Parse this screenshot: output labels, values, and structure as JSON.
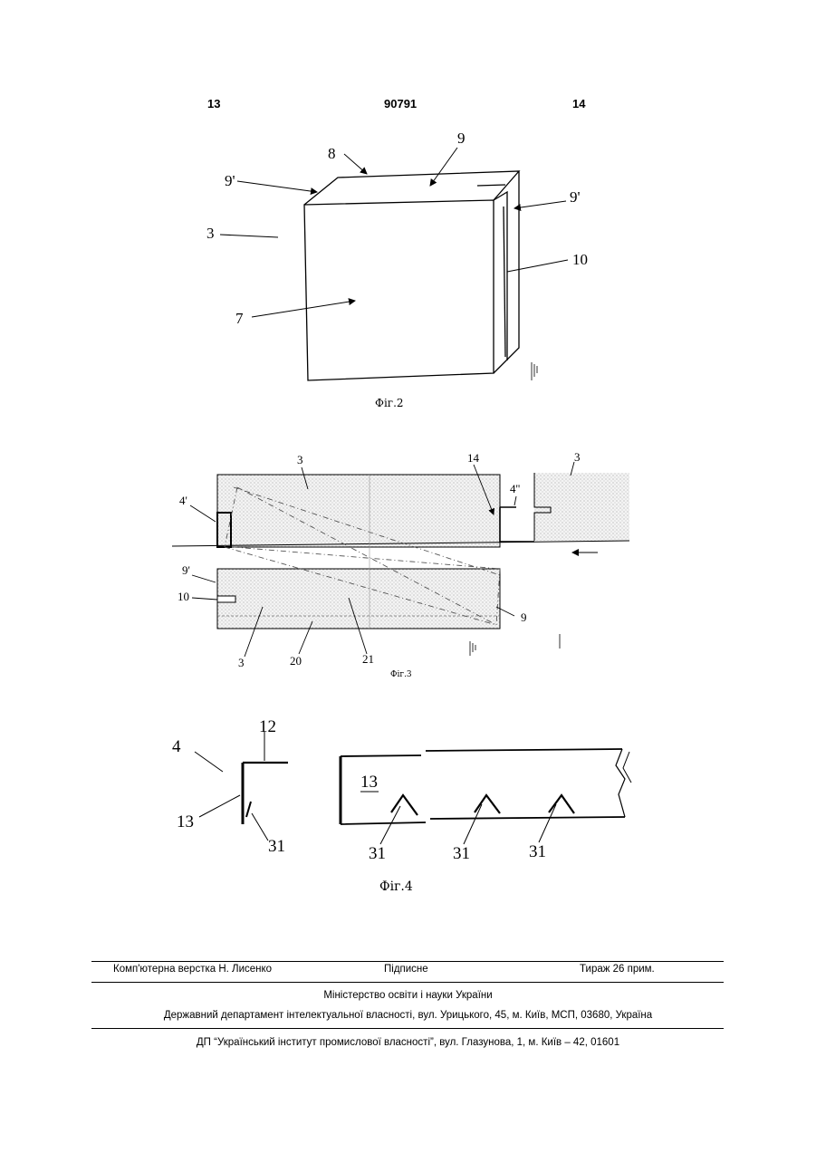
{
  "header": {
    "left_page": "13",
    "doc_number": "90791",
    "right_page": "14"
  },
  "figures": {
    "fig2": {
      "caption": "Фіг.2",
      "labels": {
        "l8": "8",
        "l9top": "9",
        "l9left": "9'",
        "l9right": "9'",
        "l3": "3",
        "l10": "10",
        "l7": "7"
      }
    },
    "fig3": {
      "caption": "Фіг.3",
      "labels": {
        "l3a": "3",
        "l14": "14",
        "l4p": "4'",
        "l4pp": "4''",
        "l3b": "3",
        "l9p": "9'",
        "l10": "10",
        "l9": "9",
        "l3c": "3",
        "l20": "20",
        "l21": "21"
      }
    },
    "fig4": {
      "caption": "Фіг.4",
      "labels": {
        "l12": "12",
        "l4": "4",
        "l13a": "13",
        "l31a": "31",
        "l13b": "13",
        "l31b": "31",
        "l31c": "31",
        "l31d": "31"
      }
    }
  },
  "footer": {
    "typesetter": "Комп'ютерна верстка Н. Лисенко",
    "signed": "Підписне",
    "circulation": "Тираж 26 прим.",
    "ministry": "Міністерство освіти і науки України",
    "department": "Державний департамент інтелектуальної власності, вул. Урицького, 45, м. Київ, МСП, 03680, Україна",
    "institute": "ДП “Український інститут промислової власності”, вул. Глазунова, 1, м. Київ – 42, 01601"
  }
}
